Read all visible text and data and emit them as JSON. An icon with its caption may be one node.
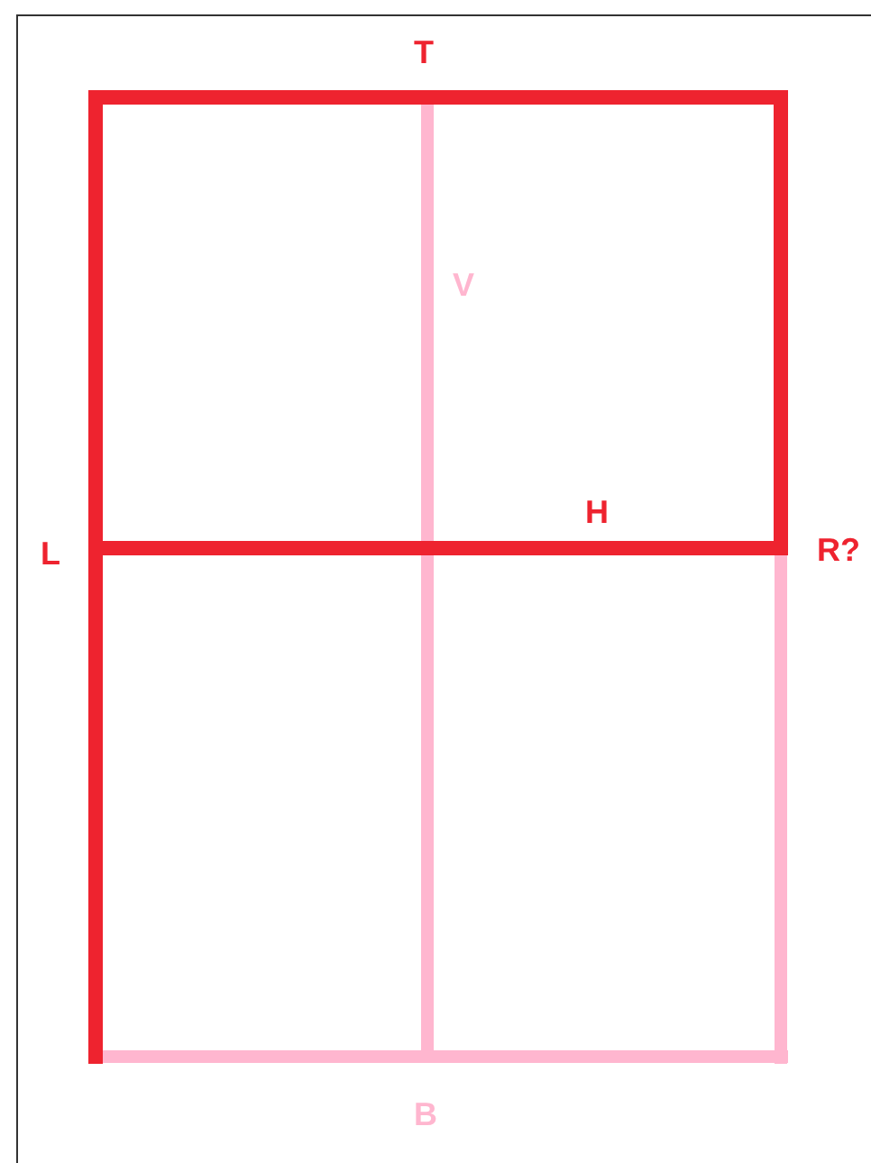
{
  "diagram": {
    "labels": [
      "T",
      "V",
      "H",
      "L",
      "R?",
      "B"
    ]
  }
}
